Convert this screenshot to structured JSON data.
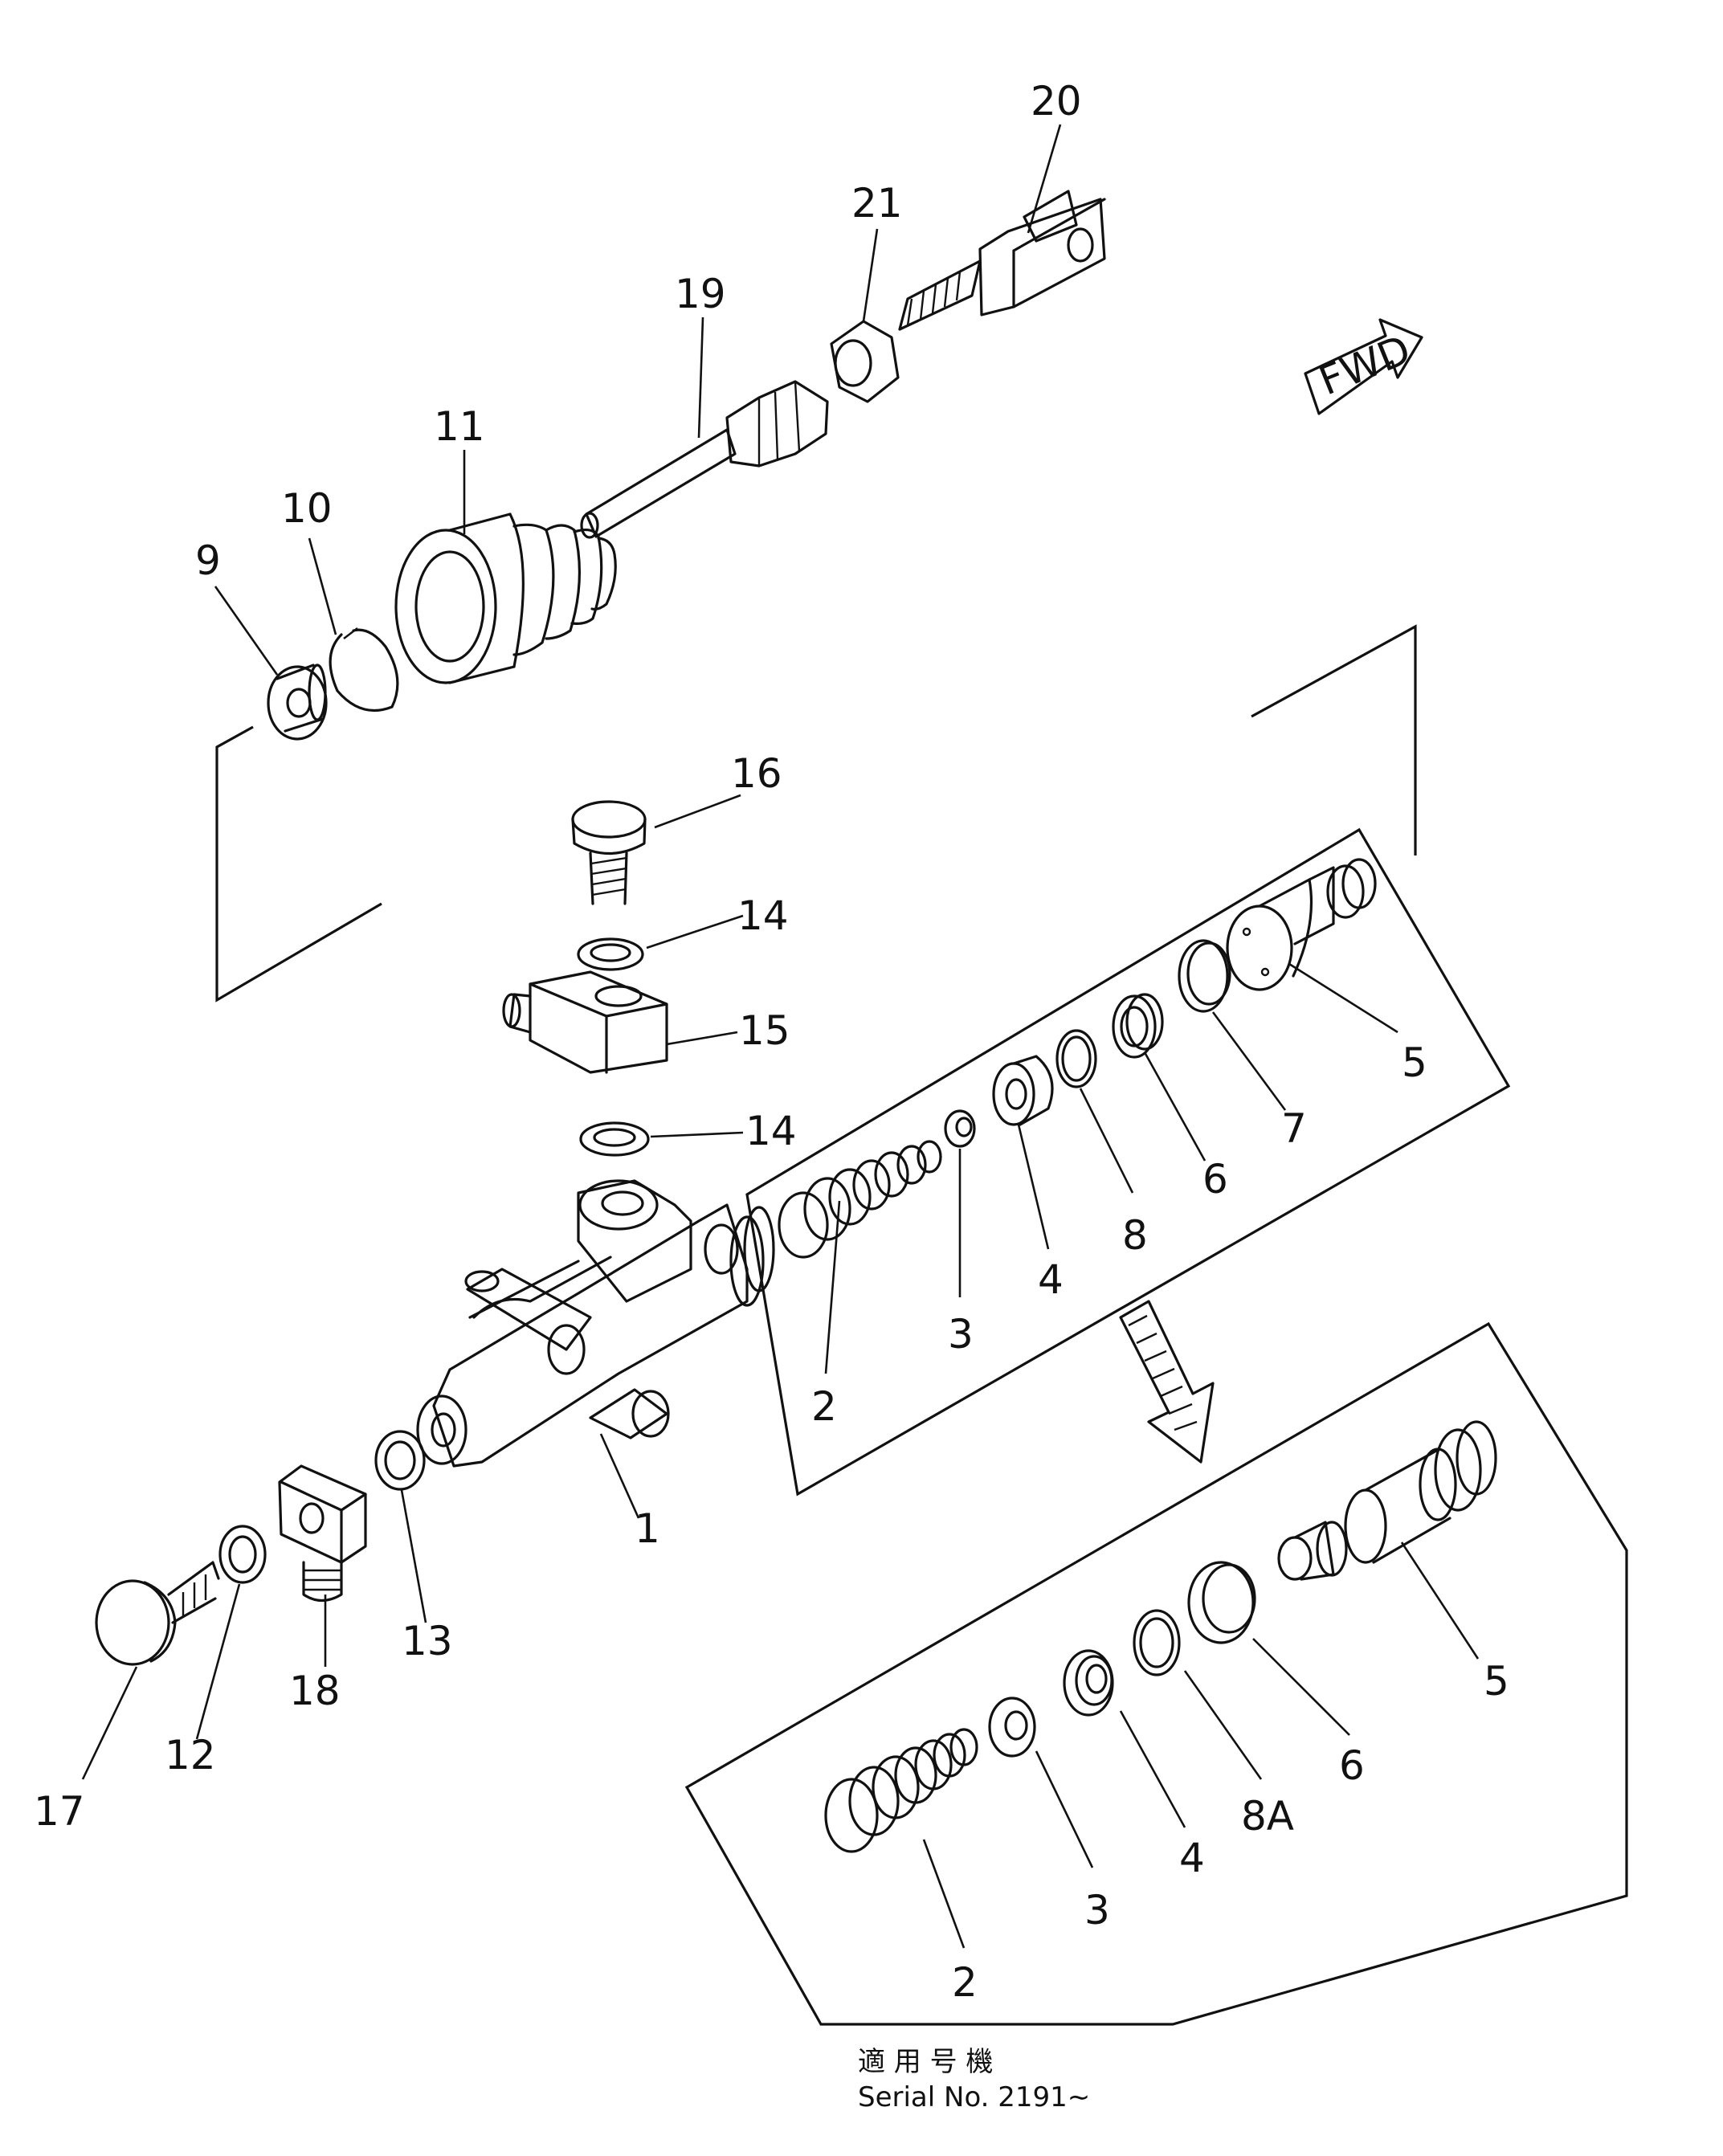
{
  "labels": {
    "l1": "1",
    "l2a": "2",
    "l3a": "3",
    "l4a": "4",
    "l5a": "5",
    "l6a": "6",
    "l7": "7",
    "l8": "8",
    "l9": "9",
    "l10": "10",
    "l11": "11",
    "l12": "12",
    "l13": "13",
    "l14a": "14",
    "l14b": "14",
    "l15": "15",
    "l16": "16",
    "l17": "17",
    "l18": "18",
    "l19": "19",
    "l20": "20",
    "l21": "21",
    "l2b": "2",
    "l3b": "3",
    "l4b": "4",
    "l5b": "5",
    "l6b": "6",
    "l8A": "8A"
  },
  "fwd_arrow": {
    "text": "FWD"
  },
  "serial_note": {
    "line1": "適 用 号 機",
    "line2": "Serial No. 2191∼"
  }
}
